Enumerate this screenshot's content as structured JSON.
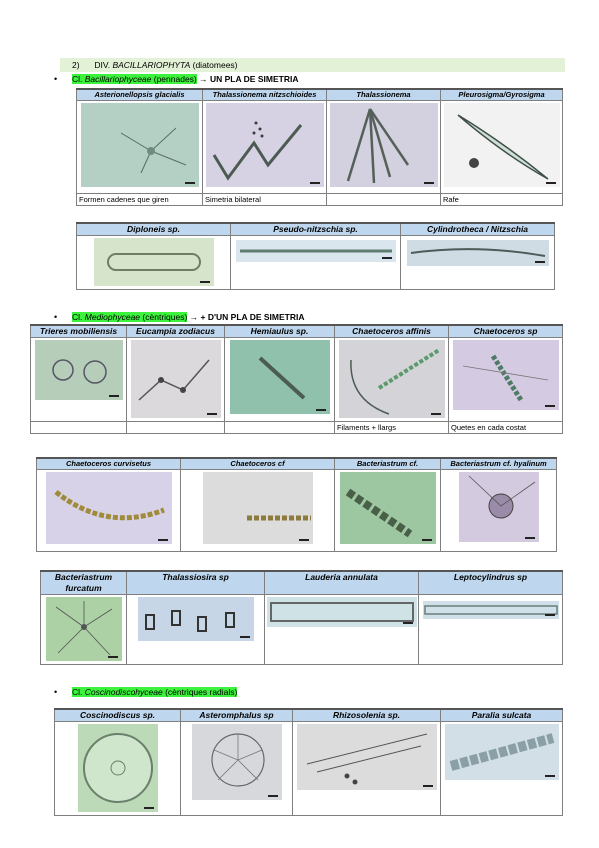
{
  "section_heading": {
    "number": "2)",
    "prefix": "DIV.",
    "division": "BACILLARIOPHYTA",
    "suffix": "(diatomees)"
  },
  "bullet_char": "•",
  "classes": [
    {
      "label": "Cl. ",
      "name": "Bacillariophyceae",
      "tag": "(pennades)",
      "rest": " → UN PLA DE SIMETRIA"
    },
    {
      "label": "Cl. ",
      "name": "Mediophyceae",
      "tag": "(cèntriques)",
      "rest": " → + D'UN PLA DE SIMETRIA"
    },
    {
      "label": "Cl. ",
      "name": "Coscinodiscohyceae",
      "tag": "(cèntriques radials)",
      "rest": ""
    }
  ],
  "table1": {
    "headers": [
      "Asterionellopsis glacialis",
      "Thalassionema nitzschioides",
      "Thalassionema",
      "Pleurosigma/Gyrosigma"
    ],
    "captions": [
      "Formen cadenes que giren",
      "Simetria bilateral",
      "",
      "Rafe"
    ]
  },
  "table2": {
    "headers": [
      "Diploneis sp.",
      "Pseudo-nitzschia sp.",
      "Cylindrotheca / Nitzschia"
    ]
  },
  "table3": {
    "headers": [
      "Trieres mobiliensis",
      "Eucampia zodiacus",
      "Hemiaulus sp.",
      "Chaetoceros affinis",
      "Chaetoceros sp"
    ],
    "captions": [
      "",
      "",
      "",
      "Filaments + llargs",
      "Quetes en cada costat"
    ]
  },
  "table4": {
    "headers": [
      "Chaetoceros curvisetus",
      "Chaetoceros cf",
      "Bacteriastrum cf.",
      "Bacteriastrum cf. hyalinum"
    ]
  },
  "table5": {
    "headers": [
      "Bacteriastrum furcatum",
      "Thalassiosira sp",
      "Lauderia annulata",
      "Leptocylindrus sp"
    ]
  },
  "table6": {
    "headers": [
      "Coscinodiscus sp.",
      "Asteromphalus sp",
      "Rhizosolenia sp.",
      "Paralia sulcata"
    ]
  },
  "colors": {
    "highlight": "#3cf23c",
    "header_band": "#e3f1d7",
    "table_header": "#bfd7ee",
    "micro_green": "#a9c7a6",
    "micro_violet": "#cfc6dc",
    "micro_gray": "#d9dbe0"
  }
}
